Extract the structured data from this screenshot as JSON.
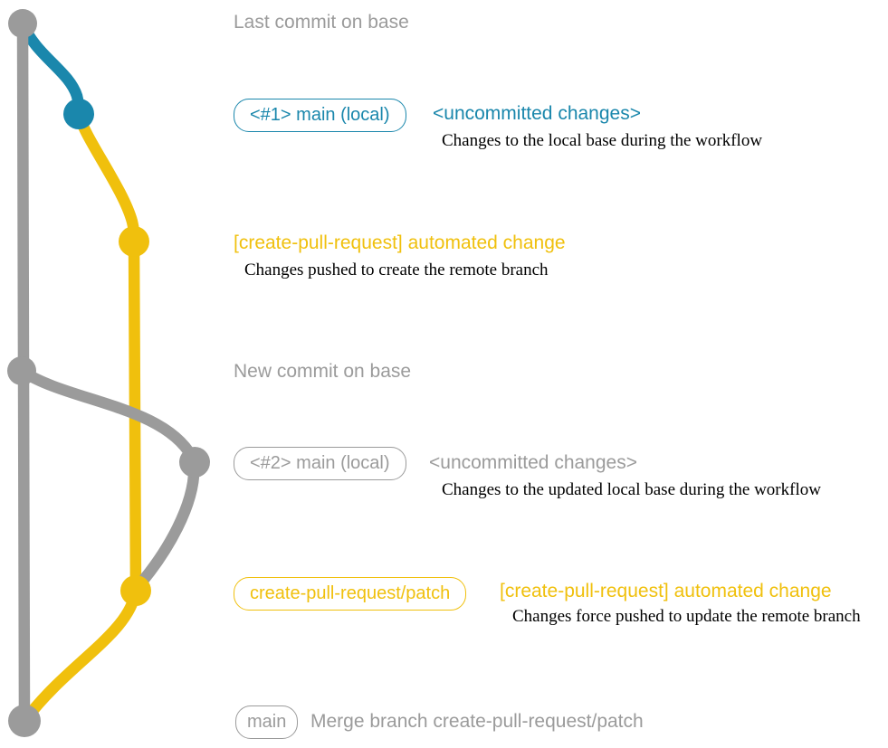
{
  "colors": {
    "gray": "#9b9b9b",
    "teal": "#1a87ac",
    "yellow": "#f0c00d",
    "black": "#000000"
  },
  "graph": {
    "description": "git commit graph with base branch (gray), local main (teal) and create-pull-request/patch branch (yellow)",
    "nodes": [
      {
        "id": "last-commit-on-base",
        "branch": "base",
        "color": "gray"
      },
      {
        "id": "main-local-1",
        "branch": "main-local",
        "color": "teal"
      },
      {
        "id": "automated-change-1",
        "branch": "create-pull-request/patch",
        "color": "yellow"
      },
      {
        "id": "new-commit-on-base",
        "branch": "base",
        "color": "gray"
      },
      {
        "id": "main-local-2",
        "branch": "main-local",
        "color": "gray"
      },
      {
        "id": "automated-change-2",
        "branch": "create-pull-request/patch",
        "color": "yellow"
      },
      {
        "id": "merge-commit",
        "branch": "base",
        "color": "gray"
      }
    ]
  },
  "annotations": {
    "last_commit": "Last commit on base",
    "label1": "<#1> main (local)",
    "uncommitted1": "<uncommitted changes>",
    "caption1": "Changes to the local base during the workflow",
    "auto_change1": "[create-pull-request] automated change",
    "caption2": "Changes pushed to create the remote branch",
    "new_commit": "New commit on base",
    "label2": "<#2> main (local)",
    "uncommitted2": "<uncommitted changes>",
    "caption3": "Changes to the updated local base during the workflow",
    "label3": "create-pull-request/patch",
    "auto_change2": "[create-pull-request] automated change",
    "caption4": "Changes force pushed to update the remote branch",
    "label4": "main",
    "merge_msg": "Merge branch create-pull-request/patch"
  }
}
